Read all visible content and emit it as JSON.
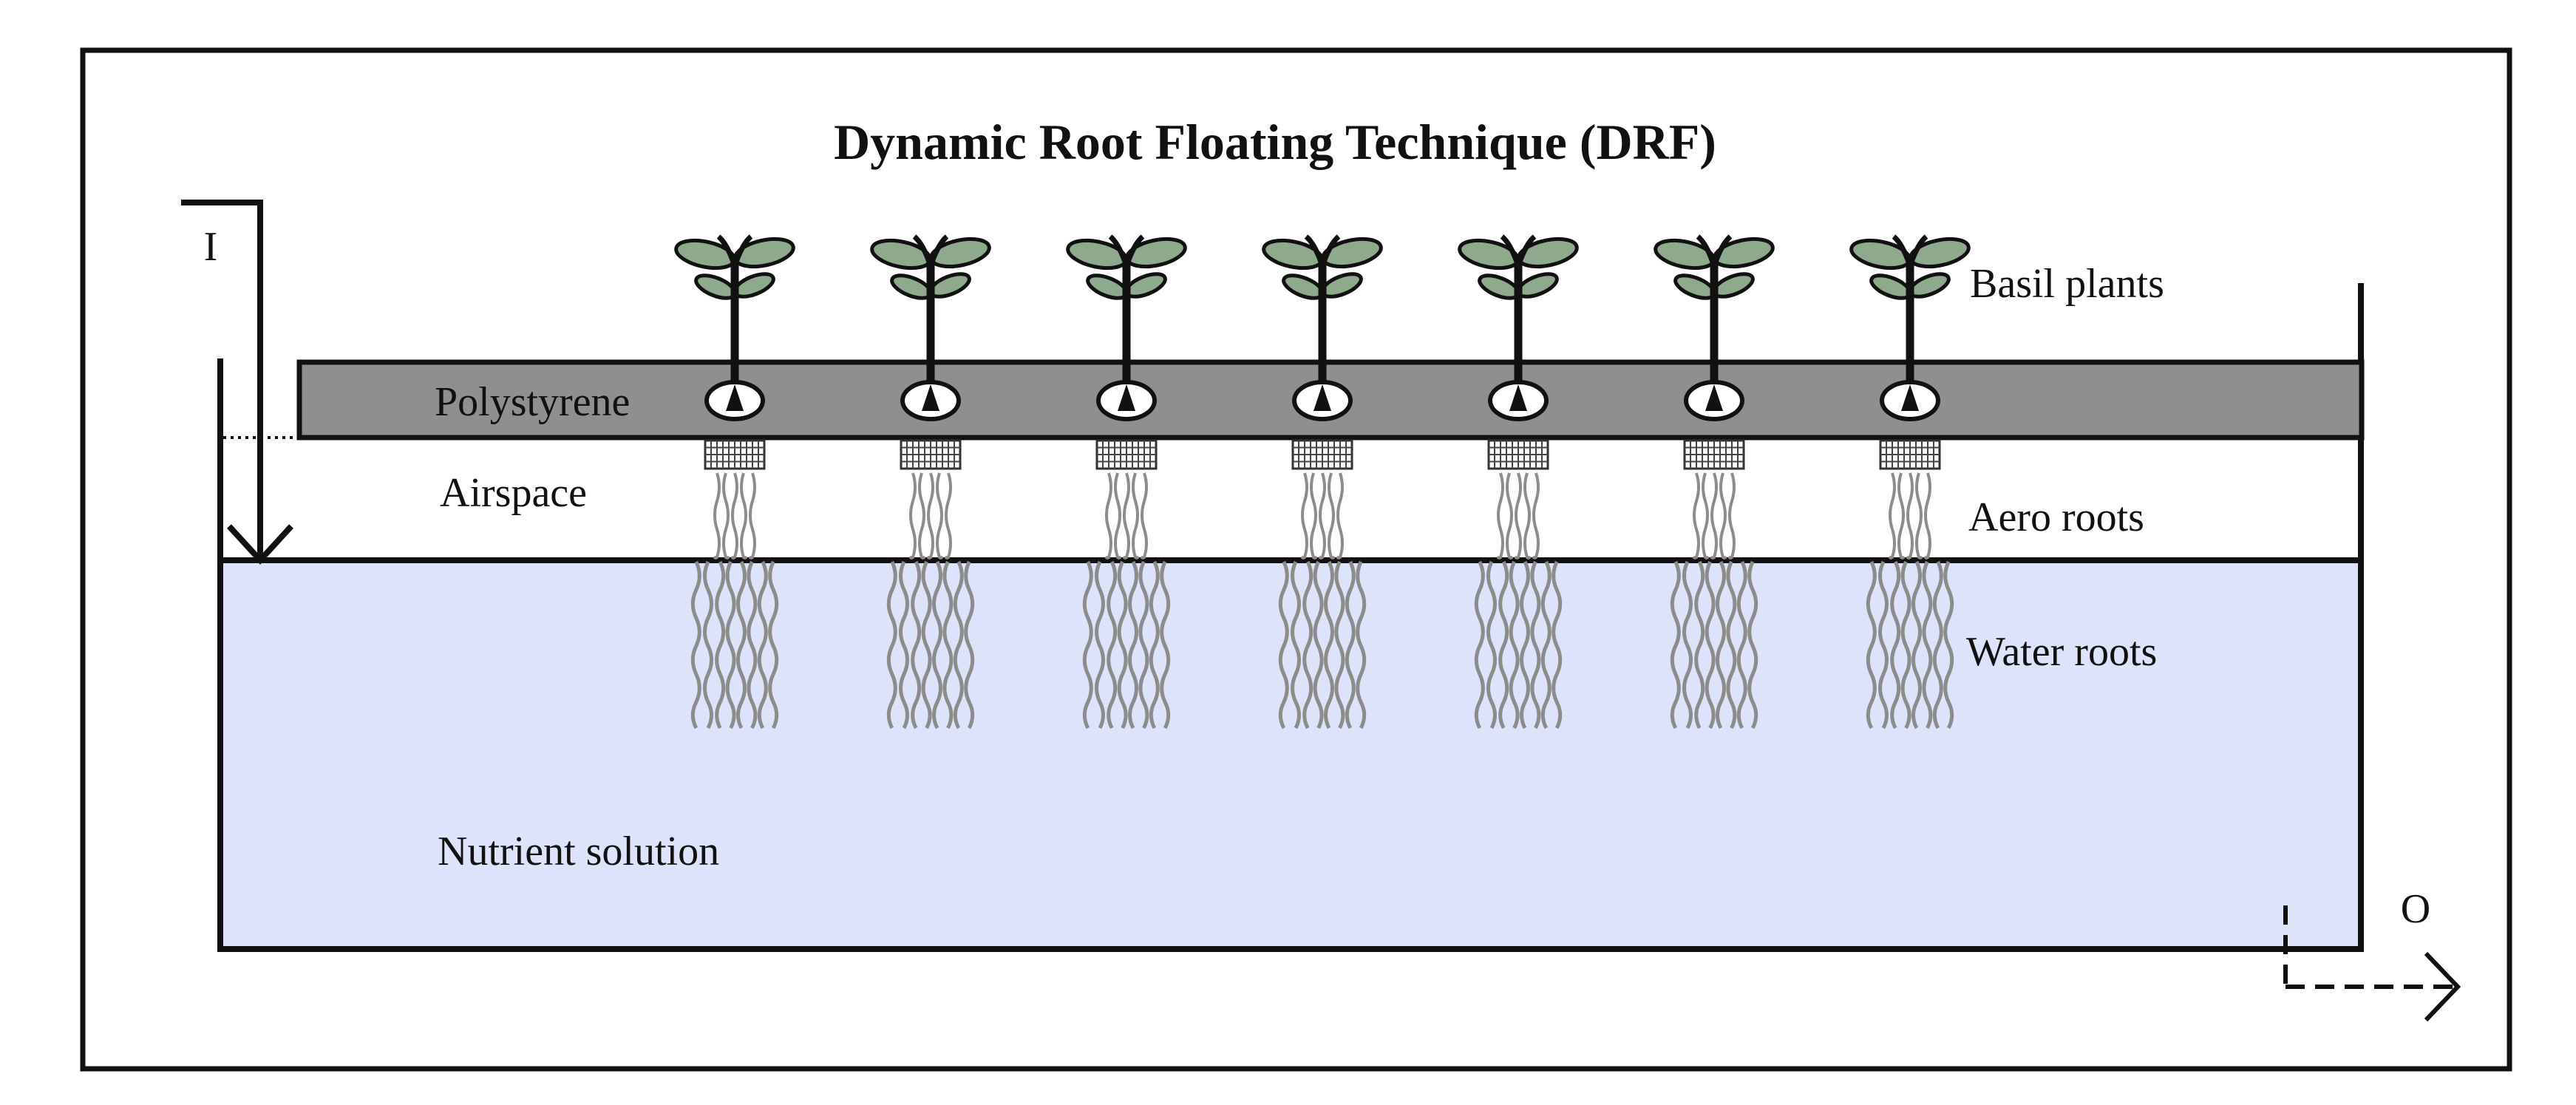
{
  "title": "Dynamic Root Floating Technique (DRF)",
  "labels": {
    "inlet": "I",
    "outlet": "O",
    "polystyrene": "Polystyrene",
    "airspace": "Airspace",
    "nutrient_solution": "Nutrient solution",
    "basil_plants": "Basil plants",
    "aero_roots": "Aero roots",
    "water_roots": "Water roots"
  },
  "plant_count": 7,
  "colors": {
    "polystyrene": "#8f8f8f",
    "nutrient_solution": "#dce3fa",
    "leaf": "#8fa98c",
    "roots": "#8c8c8c",
    "outline": "#111111"
  }
}
